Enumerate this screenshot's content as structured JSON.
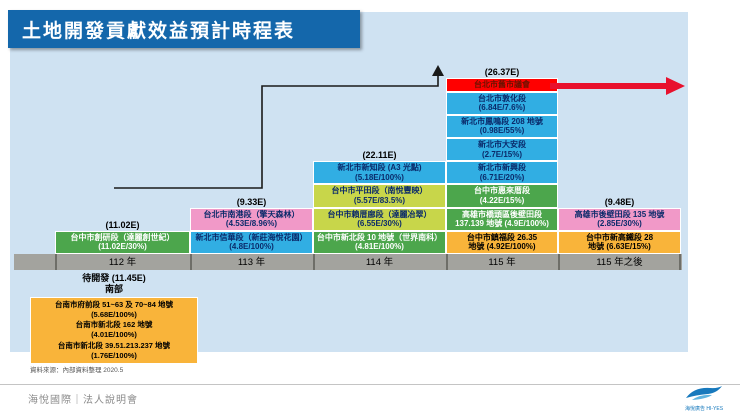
{
  "title": "土地開發貢獻效益預計時程表",
  "colors": {
    "title_bg": "#1467ab",
    "chart_bg": "#cfe2f2",
    "green": "#4ca64c",
    "blue": "#31aee3",
    "lime": "#c8d64a",
    "pink": "#f199c8",
    "orange": "#f9b43a",
    "red": "#ff0000",
    "arrow_red": "#e8112d"
  },
  "columns": [
    {
      "total": "(11.02E)",
      "year": "112 年",
      "blocks": [
        {
          "color": "green",
          "lines": [
            "台中市創研段（達麗創世紀）",
            "(11.02E/30%)"
          ]
        }
      ]
    },
    {
      "total": "(9.33E)",
      "year": "113 年",
      "blocks": [
        {
          "color": "pink",
          "lines": [
            "台北市南港段（擎天森林）",
            "(4.53E/8.96%)"
          ]
        },
        {
          "color": "blue",
          "lines": [
            "新北市信華段（新莊海悅花園）",
            "(4.8E/100%)"
          ]
        }
      ]
    },
    {
      "total": "(22.11E)",
      "year": "114 年",
      "blocks": [
        {
          "color": "blue",
          "lines": [
            "新北市新知段 (A3 光點)",
            "(5.18E/100%)"
          ]
        },
        {
          "color": "lime",
          "lines": [
            "台中市平田段（南悅豐映）",
            "(5.57E/83.5%)"
          ]
        },
        {
          "color": "lime",
          "lines": [
            "台中市賴厝廍段（達麗冶翠）",
            "(6.55E/30%)"
          ]
        },
        {
          "color": "green",
          "lines": [
            "台中市新北段 10 地號（世界南科）",
            "(4.81E/100%)"
          ]
        }
      ]
    },
    {
      "total": "(26.37E)",
      "year": "115 年",
      "blocks": [
        {
          "color": "red",
          "lines": [
            "台北市舊市議會"
          ]
        },
        {
          "color": "blue",
          "lines": [
            "台北市敦化段",
            "(6.84E/7.6%)"
          ]
        },
        {
          "color": "blue",
          "lines": [
            "新北市鳳鳴段 208 地號",
            "(0.98E/55%)"
          ]
        },
        {
          "color": "blue",
          "lines": [
            "新北市大安段",
            "(2.7E/15%)"
          ]
        },
        {
          "color": "blue",
          "lines": [
            "新北市新興段",
            "(6.71E/20%)"
          ]
        },
        {
          "color": "green",
          "lines": [
            "台中市惠來厝段",
            "(4.22E/15%)"
          ]
        },
        {
          "color": "green",
          "lines": [
            "高雄市橋頭區後壁田段",
            "137.139 地號 (4.9E/100%)"
          ]
        },
        {
          "color": "orange",
          "lines": [
            "台中市鎮福段 26.35",
            "地號 (4.92E/100%)"
          ]
        }
      ]
    },
    {
      "total": "(9.48E)",
      "year": "115 年之後",
      "blocks": [
        {
          "color": "pink",
          "lines": [
            "高雄市後壁田段 135 地號",
            "(2.85E/30%)"
          ]
        },
        {
          "color": "orange",
          "lines": [
            "台中市新高鐵段 28",
            "地號 (6.63E/15%)"
          ]
        }
      ]
    }
  ],
  "pending": {
    "title": "待開發 (11.45E)",
    "region": "南部",
    "block": {
      "color": "orange",
      "lines": [
        "台南市府前段 51~63 及 70~84 地號",
        "(5.68E/100%)",
        "台南市新北段 162 地號",
        "(4.01E/100%)",
        "台南市新北段 39.51.213.237 地號",
        "(1.76E/100%)"
      ]
    }
  },
  "footer": {
    "source": "資料來源：內部資料整理 2020.5",
    "brand": "海悅國際｜法人說明會",
    "logo_text": "海悅廣告 HI-YES"
  },
  "chart_data": {
    "type": "bar",
    "title": "土地開發貢獻效益預計時程表",
    "categories": [
      "112 年",
      "113 年",
      "114 年",
      "115 年",
      "115 年之後"
    ],
    "totals_E": [
      11.02,
      9.33,
      22.11,
      26.37,
      9.48
    ],
    "unit": "E (億元)",
    "series": [
      {
        "category": "112 年",
        "name": "台中市創研段（達麗創世紀）",
        "value_E": 11.02,
        "percent": "30%"
      },
      {
        "category": "113 年",
        "name": "台北市南港段（擎天森林）",
        "value_E": 4.53,
        "percent": "8.96%"
      },
      {
        "category": "113 年",
        "name": "新北市信華段（新莊海悅花園）",
        "value_E": 4.8,
        "percent": "100%"
      },
      {
        "category": "114 年",
        "name": "新北市新知段 (A3 光點)",
        "value_E": 5.18,
        "percent": "100%"
      },
      {
        "category": "114 年",
        "name": "台中市平田段（南悅豐映）",
        "value_E": 5.57,
        "percent": "83.5%"
      },
      {
        "category": "114 年",
        "name": "台中市賴厝廍段（達麗冶翠）",
        "value_E": 6.55,
        "percent": "30%"
      },
      {
        "category": "114 年",
        "name": "台中市新北段 10 地號（世界南科）",
        "value_E": 4.81,
        "percent": "100%"
      },
      {
        "category": "115 年",
        "name": "台北市舊市議會",
        "value_E": null,
        "percent": null
      },
      {
        "category": "115 年",
        "name": "台北市敦化段",
        "value_E": 6.84,
        "percent": "7.6%"
      },
      {
        "category": "115 年",
        "name": "新北市鳳鳴段 208 地號",
        "value_E": 0.98,
        "percent": "55%"
      },
      {
        "category": "115 年",
        "name": "新北市大安段",
        "value_E": 2.7,
        "percent": "15%"
      },
      {
        "category": "115 年",
        "name": "新北市新興段",
        "value_E": 6.71,
        "percent": "20%"
      },
      {
        "category": "115 年",
        "name": "台中市惠來厝段",
        "value_E": 4.22,
        "percent": "15%"
      },
      {
        "category": "115 年",
        "name": "高雄市橋頭區後壁田段 137.139 地號",
        "value_E": 4.9,
        "percent": "100%"
      },
      {
        "category": "115 年",
        "name": "台中市鎮福段 26.35 地號",
        "value_E": 4.92,
        "percent": "100%"
      },
      {
        "category": "115 年之後",
        "name": "高雄市後壁田段 135 地號",
        "value_E": 2.85,
        "percent": "30%"
      },
      {
        "category": "115 年之後",
        "name": "台中市新高鐵段 28 地號",
        "value_E": 6.63,
        "percent": "15%"
      }
    ],
    "pending_south": {
      "label": "待開發 (11.45E)",
      "region": "南部",
      "items": [
        {
          "name": "台南市府前段 51~63 及 70~84 地號",
          "value_E": 5.68,
          "percent": "100%"
        },
        {
          "name": "台南市新北段 162 地號",
          "value_E": 4.01,
          "percent": "100%"
        },
        {
          "name": "台南市新北段 39.51.213.237 地號",
          "value_E": 1.76,
          "percent": "100%"
        }
      ]
    }
  }
}
